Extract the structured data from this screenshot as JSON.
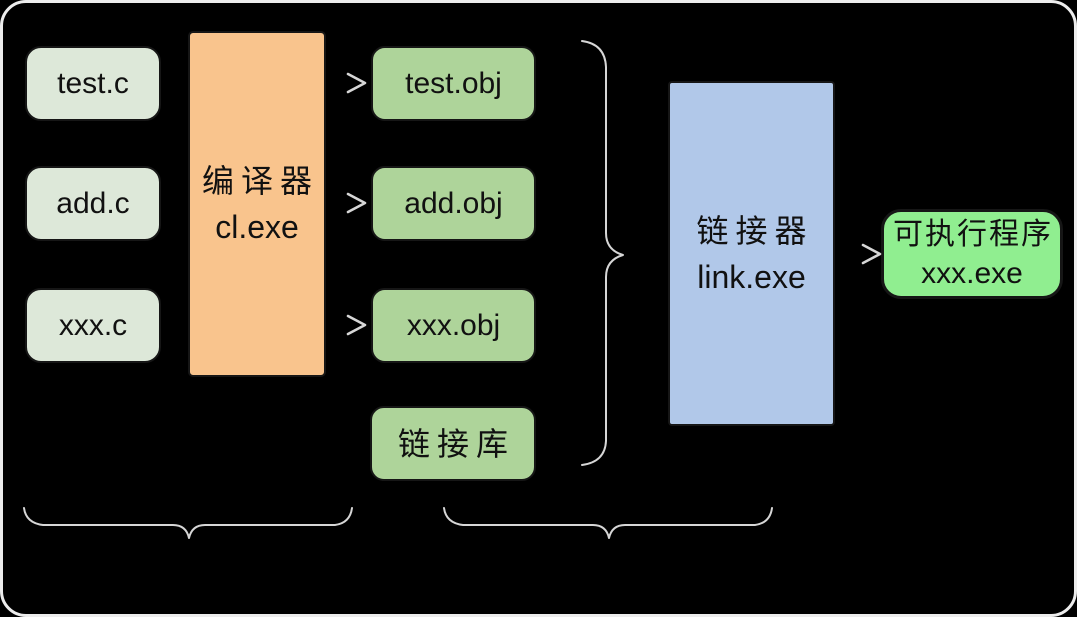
{
  "diagram": {
    "source_files": [
      {
        "label": "test.c"
      },
      {
        "label": "add.c"
      },
      {
        "label": "xxx.c"
      }
    ],
    "compiler": {
      "title": "编译器",
      "subtitle": "cl.exe"
    },
    "object_files": [
      {
        "label": "test.obj"
      },
      {
        "label": "add.obj"
      },
      {
        "label": "xxx.obj"
      }
    ],
    "library": {
      "label": "链接库"
    },
    "linker": {
      "title": "链接器",
      "subtitle": "link.exe"
    },
    "executable": {
      "title": "可执行程序",
      "subtitle": "xxx.exe"
    },
    "colors": {
      "background": "#000000",
      "frame_border": "#ededed",
      "source_fill": "#dde8d9",
      "compiler_fill": "#f9c48d",
      "object_fill": "#aed49a",
      "linker_fill": "#b1c8e9",
      "executable_fill": "#90ee90",
      "stroke": "#d6d6d6"
    }
  }
}
